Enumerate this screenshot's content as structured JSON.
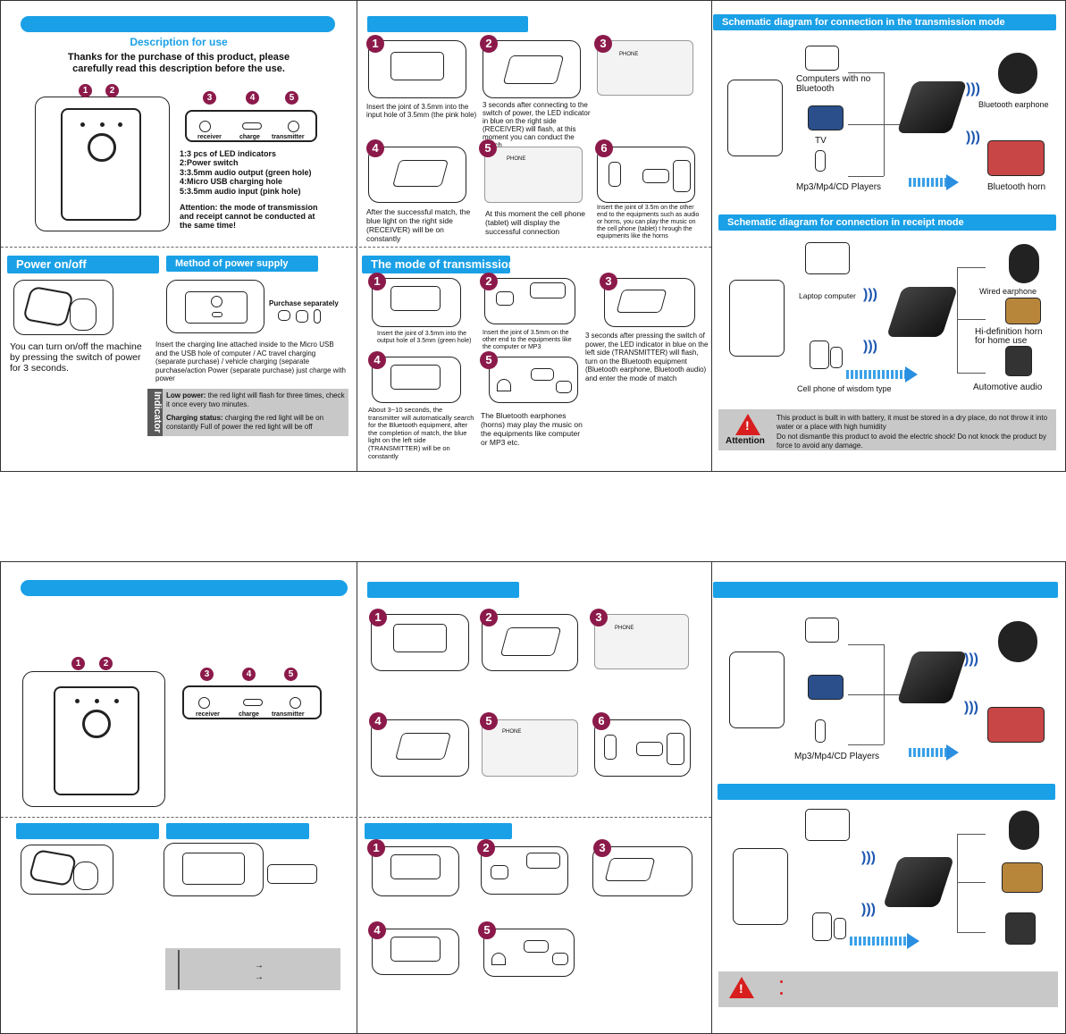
{
  "top": {
    "left": {
      "title": "Description for use",
      "intro1": "Thanks for the purchase of this product, please",
      "intro2": "carefully read this description before the use.",
      "ports": [
        "receiver",
        "charge",
        "transmitter"
      ],
      "numbers": [
        "1",
        "2",
        "3",
        "4",
        "5"
      ],
      "features": [
        "1:3 pcs of LED indicators",
        "2:Power switch",
        "3:3.5mm audio output (green hole)",
        "4:Micro USB charging hole",
        "5:3.5mm audio input (pink hole)"
      ],
      "attention1": "Attention: the mode of transmission",
      "attention2": "and receipt cannot be conducted at",
      "attention3": "the same time!",
      "power_title": "Power on/off",
      "power_text": "You can turn on/off the machine by pressing the switch of power for 3 seconds.",
      "supply_title": "Method of power supply",
      "purchase_label": "Purchase separately",
      "supply_text": "Insert the charging line attached inside to the Micro USB and the USB hole of computer / AC travel charging (separate purchase) / vehicle charging (separate purchase/action Power (separate purchase) just charge with power",
      "indicator_label": "Indicator",
      "low_power_label": "Low power:",
      "low_power_text": " the red light will flash for three times, check it once every two minutes.",
      "charging_label": "Charging status:",
      "charging_text": " charging the red light will be on constantly Full of power the red light will be off"
    },
    "middle": {
      "receive_steps": [
        {
          "n": "1",
          "text": "Insert the joint of 3.5mm into the input hole of 3.5mm (the pink hole)"
        },
        {
          "n": "2",
          "text": "3 seconds after connecting to the switch of power, the LED indicator in blue on the right side (RECEIVER) will flash, at this moment you can conduct the match"
        },
        {
          "n": "3",
          "text": ""
        },
        {
          "n": "4",
          "text": "After the successful match, the blue light on the right side (RECEIVER) will be on constantly"
        },
        {
          "n": "5",
          "text": "At this moment the cell phone (tablet) will display the successful connection"
        },
        {
          "n": "6",
          "text": "Insert the joint of 3.5m on the other end to the equipments such as audio or horns, you can play the music on the cell phone (tablet) t hrough the equipments like the horns"
        }
      ],
      "phone_label": "PHONE",
      "transmit_title": "The mode of transmission",
      "transmit_steps": [
        {
          "n": "1",
          "text": "Insert the joint of 3.5mm into the output hole of 3.5mm (green hole)"
        },
        {
          "n": "2",
          "text": "Insert the joint of 3.5mm on the other end to the equipments like the computer or MP3"
        },
        {
          "n": "3",
          "text": "3 seconds after pressing the switch of power, the LED indicator in blue on the left side (TRANSMITTER) will flash, turn on the Bluetooth equipment (Bluetooth earphone, Bluetooth audio) and enter the mode of match"
        },
        {
          "n": "4",
          "text": "About 3~10 seconds, the transmitter will automatically search for the Bluetooth equipment, after the completion of match, the blue light on the left side (TRANSMITTER) will be on constantly"
        },
        {
          "n": "5",
          "text": "The Bluetooth earphones (horns) may play the music on the equipments like computer or MP3 etc."
        }
      ]
    },
    "right": {
      "tx_title": "Schematic diagram for connection in the transmission mode",
      "tx_labels": {
        "computers": "Computers with no Bluetooth",
        "tv": "TV",
        "mp3": "Mp3/Mp4/CD Players",
        "earphone": "Bluetooth earphone",
        "horn": "Bluetooth horn"
      },
      "rx_title": "Schematic diagram for connection in receipt mode",
      "rx_labels": {
        "laptop": "Laptop computer",
        "phone": "Cell phone of wisdom type",
        "wired": "Wired earphone",
        "hifi": "Hi-definition horn for home use",
        "auto": "Automotive audio"
      },
      "attention_label": "Attention",
      "attention_items": [
        "This product is built in with battery, it must be stored in a dry place, do not throw it into water or a place with high humidity",
        "Do not dismantle this product to avoid the electric shock! Do not knock the product by force to avoid any damage."
      ]
    }
  },
  "bottom": {
    "ports": [
      "receiver",
      "charge",
      "transmitter"
    ],
    "numbers": [
      "1",
      "2",
      "3",
      "4",
      "5",
      "6"
    ],
    "phone_label": "PHONE",
    "mp3": "Mp3/Mp4/CD Players",
    "arrow_glyph": "→"
  },
  "colors": {
    "accent": "#1aa0e6",
    "badge": "#8b1a4a",
    "warning": "#d81e1e",
    "grey_panel": "#c8c8c8"
  }
}
